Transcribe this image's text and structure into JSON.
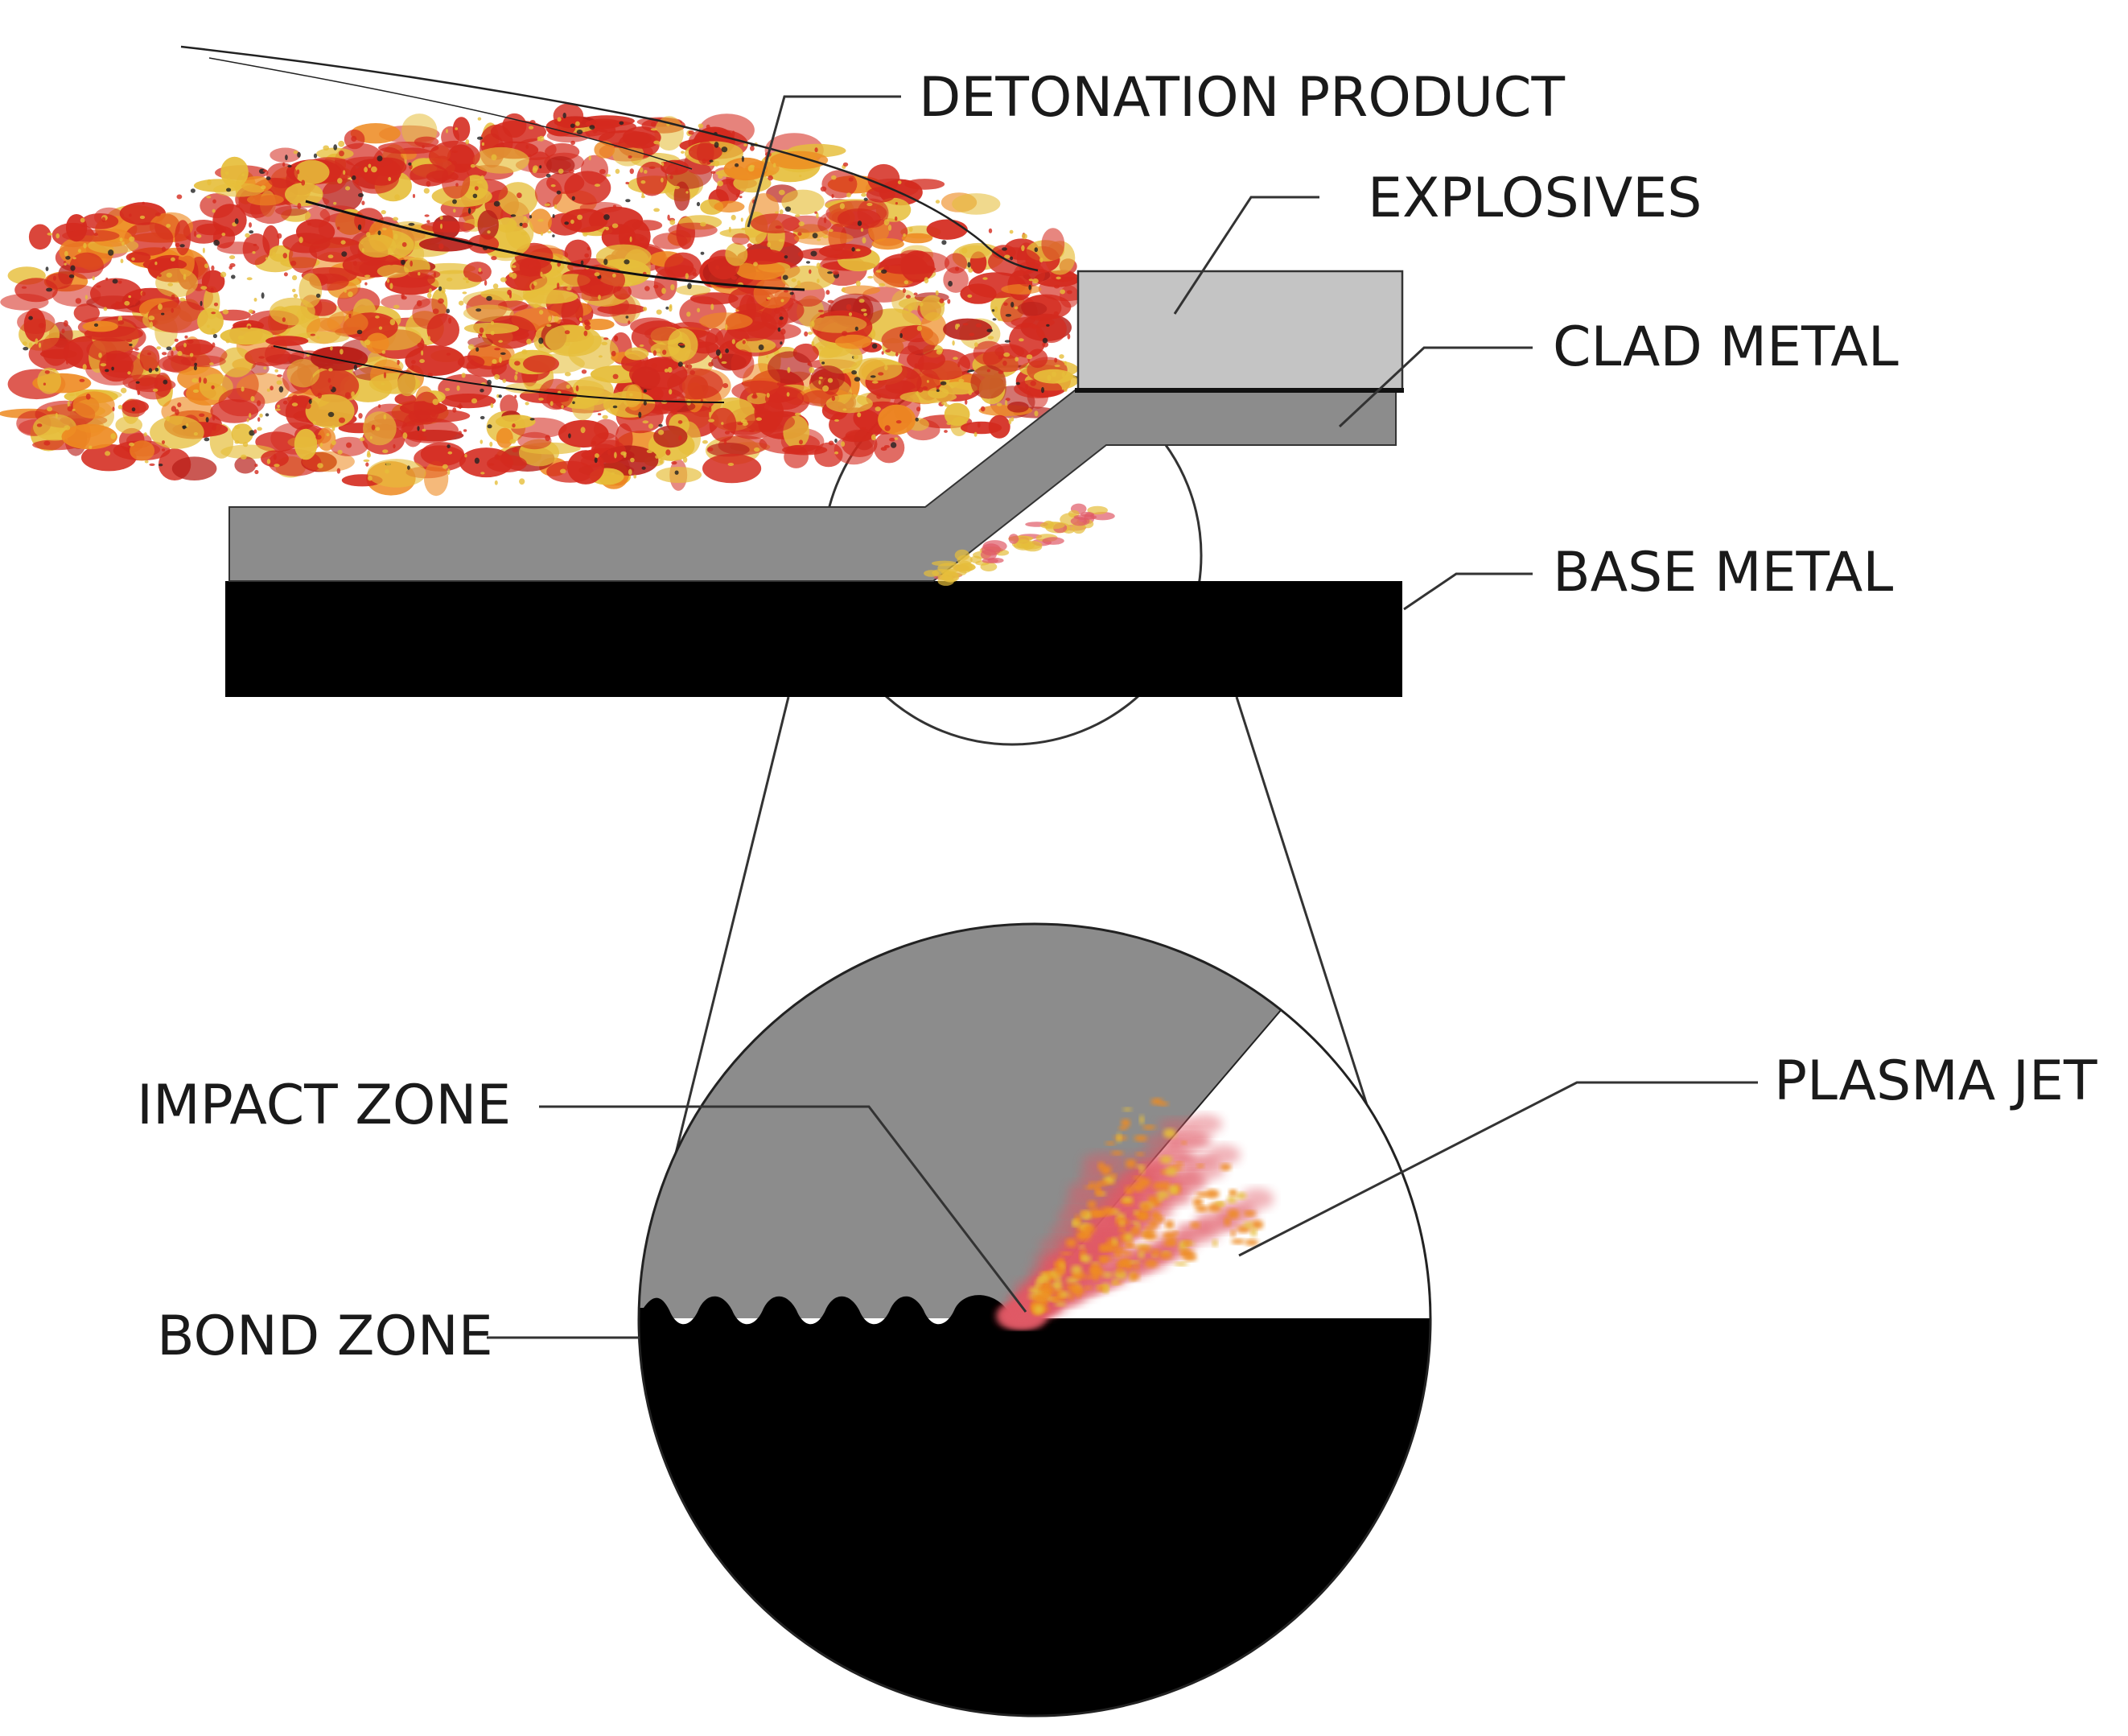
{
  "labels": {
    "detonation_product": "DETONATION PRODUCT",
    "explosives": "EXPLOSIVES",
    "clad_metal": "CLAD METAL",
    "base_metal": "BASE METAL",
    "impact_zone": "IMPACT ZONE",
    "plasma_jet": "PLASMA JET",
    "bond_zone": "BOND ZONE"
  },
  "colors": {
    "explosive": "#c4c4c4",
    "clad": "#8c8c8c",
    "base": "#000000",
    "fire_red": "#d42a1e",
    "fire_yellow": "#e6be3a",
    "fire_orange": "#ee8b22",
    "fire_pink": "#e05a66",
    "line": "#333333"
  }
}
